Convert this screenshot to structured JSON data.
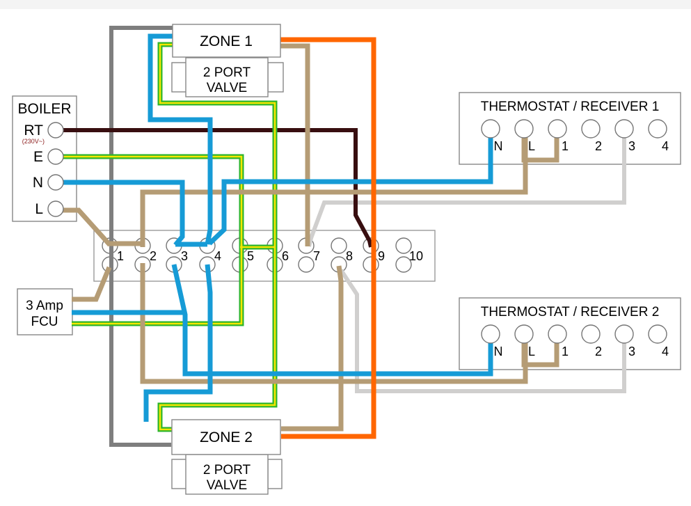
{
  "boiler": {
    "title": "BOILER",
    "rt_label": "RT",
    "rt_note": "(230V~)",
    "e_label": "E",
    "n_label": "N",
    "l_label": "L"
  },
  "fcu": {
    "line1": "3 Amp",
    "line2": "FCU"
  },
  "terminal_strip": {
    "terminals": [
      "1",
      "2",
      "3",
      "4",
      "5",
      "6",
      "7",
      "8",
      "9",
      "10"
    ]
  },
  "zone1": {
    "title": "ZONE 1",
    "valve_line1": "2 PORT",
    "valve_line2": "VALVE"
  },
  "zone2": {
    "title": "ZONE 2",
    "valve_line1": "2 PORT",
    "valve_line2": "VALVE"
  },
  "thermostat1": {
    "title": "THERMOSTAT / RECEIVER 1",
    "terminals": [
      "N",
      "L",
      "1",
      "2",
      "3",
      "4"
    ]
  },
  "thermostat2": {
    "title": "THERMOSTAT / RECEIVER 2",
    "terminals": [
      "N",
      "L",
      "1",
      "2",
      "3",
      "4"
    ]
  },
  "wire_colors": {
    "grey": "#7e7e7e",
    "blue": "#169bd6",
    "green": "#2cb42c",
    "earth_core": "#f5e600",
    "tan": "#b59c75",
    "orange": "#ff6600",
    "dark_brown": "#380e10",
    "light_grey": "#d0cfce"
  }
}
